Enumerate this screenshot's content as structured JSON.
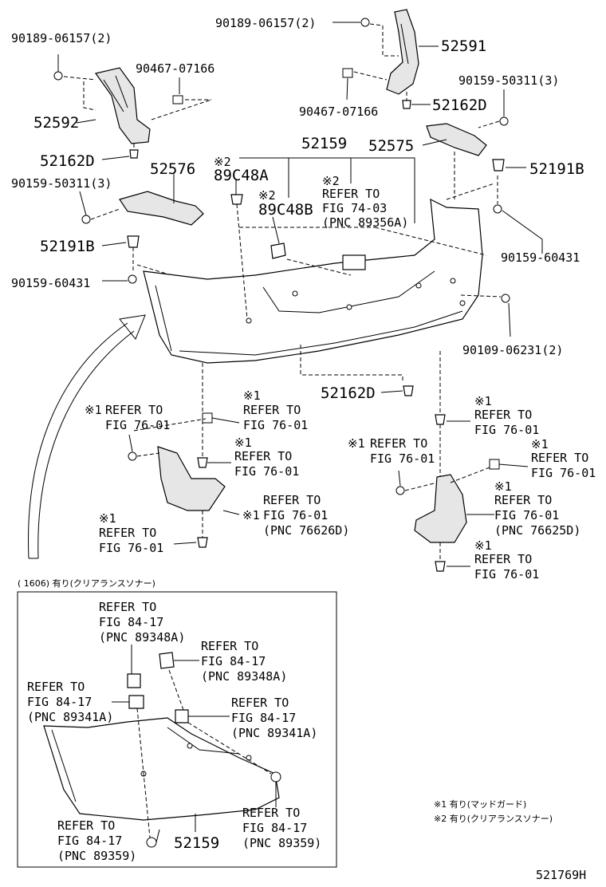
{
  "diagram_id": "521769H",
  "part_numbers": {
    "p_52591": "52591",
    "p_52592": "52592",
    "p_52159_top": "52159",
    "p_52159_inset": "52159",
    "p_52575": "52575",
    "p_52576": "52576",
    "p_52162D_a": "52162D",
    "p_52162D_b": "52162D",
    "p_52162D_c": "52162D",
    "p_52191B_left": "52191B",
    "p_52191B_right": "52191B",
    "p_89C48A": "89C48A",
    "p_89C48B": "89C48B",
    "p_90189_left": "90189-06157(2)",
    "p_90189_right": "90189-06157(2)",
    "p_90467_left": "90467-07166",
    "p_90467_right": "90467-07166",
    "p_90159_50311_left": "90159-50311(3)",
    "p_90159_50311_right": "90159-50311(3)",
    "p_90159_60431_left": "90159-60431",
    "p_90159_60431_right": "90159-60431",
    "p_90109": "90109-06231(2)"
  },
  "marks": {
    "m1": "※1",
    "m2": "※2"
  },
  "refs": {
    "r_7403": [
      "REFER TO",
      "FIG 74-03",
      "(PNC 89356A)"
    ],
    "r_7601_a": [
      "REFER TO",
      "FIG 76-01"
    ],
    "r_7601_b": [
      "REFER TO",
      "FIG 76-01"
    ],
    "r_7601_c": [
      "REFER TO",
      "FIG 76-01"
    ],
    "r_7601_d": [
      "REFER TO",
      "FIG 76-01",
      "(PNC 76626D)"
    ],
    "r_7601_e": [
      "REFER TO",
      "FIG 76-01"
    ],
    "r_7601_f": [
      "REFER TO",
      "FIG 76-01"
    ],
    "r_7601_g": [
      "REFER TO",
      "FIG 76-01"
    ],
    "r_7601_h": [
      "REFER TO",
      "FIG 76-01"
    ],
    "r_7601_i": [
      "REFER TO",
      "FIG 76-01",
      "(PNC 76625D)"
    ],
    "r_7601_j": [
      "REFER TO",
      "FIG 76-01"
    ],
    "i_8417_a": [
      "REFER TO",
      "FIG 84-17",
      "(PNC 89348A)"
    ],
    "i_8417_b": [
      "REFER TO",
      "FIG 84-17",
      "(PNC 89348A)"
    ],
    "i_8417_c": [
      "REFER TO",
      "FIG 84-17",
      "(PNC 89341A)"
    ],
    "i_8417_d": [
      "REFER TO",
      "FIG 84-17",
      "(PNC 89341A)"
    ],
    "i_8417_e": [
      "REFER TO",
      "FIG 84-17",
      "(PNC 89359)"
    ],
    "i_8417_f": [
      "REFER TO",
      "FIG 84-17",
      "(PNC 89359)"
    ]
  },
  "inset_caption": "(      1606) 有り(クリアランスソナー)",
  "legend": {
    "l1": "※1 有り(マッドガード)",
    "l2": "※2 有り(クリアランスソナー)"
  }
}
